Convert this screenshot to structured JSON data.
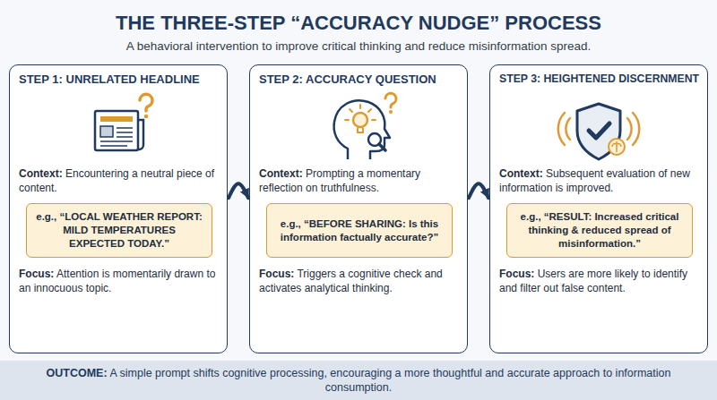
{
  "diagram": {
    "title": "THE THREE-STEP “ACCURACY NUDGE” PROCESS",
    "nodes": [
      {
        "text": [
          "STEP 1: UNRELATED HEADLINE",
          "Context: Encountering a neutral piece of content.",
          "Focus: Attention is momentarily drawn to an innocuous topic."
        ]
      },
      {
        "text": [
          "e.g., “LOCAL WEATHER REPORT: MILD TEMPERATURES EXPECTED TODAY.”"
        ],
        "in": 0
      },
      {
        "text": [
          "STEP 2: ACCURACY QUESTION",
          "Context: Prompting a momentary reflection on truthfulness.",
          "Focus: Triggers a cognitive check and activates analytical thinking."
        ]
      },
      {
        "text": [
          "e.g., “BEFORE SHARING: Is this information factually accurate?”"
        ],
        "in": 2
      },
      {
        "text": [
          "STEP 3: HEIGHTENED DISCERNMENT",
          "Context: Subsequent evaluation of new information is improved.",
          "Focus: Users are more likely to identify and filter out false content."
        ]
      },
      {
        "text": [
          "e.g., “RESULT: Increased critical thinking & reduced spread of misinformation.”"
        ],
        "in": 4
      },
      {
        "text": [
          "OUTCOME: A simple prompt shifts cognitive processing, encouraging a more thoughtful and accurate approach to information consumption."
        ]
      }
    ],
    "edges": [
      {
        "from": 0,
        "to": 2,
        "arrow": "to"
      },
      {
        "from": 2,
        "to": 4,
        "arrow": "to"
      }
    ],
    "labels": [
      "A behavioral intervention to improve critical thinking and reduce misinformation spread."
    ]
  }
}
